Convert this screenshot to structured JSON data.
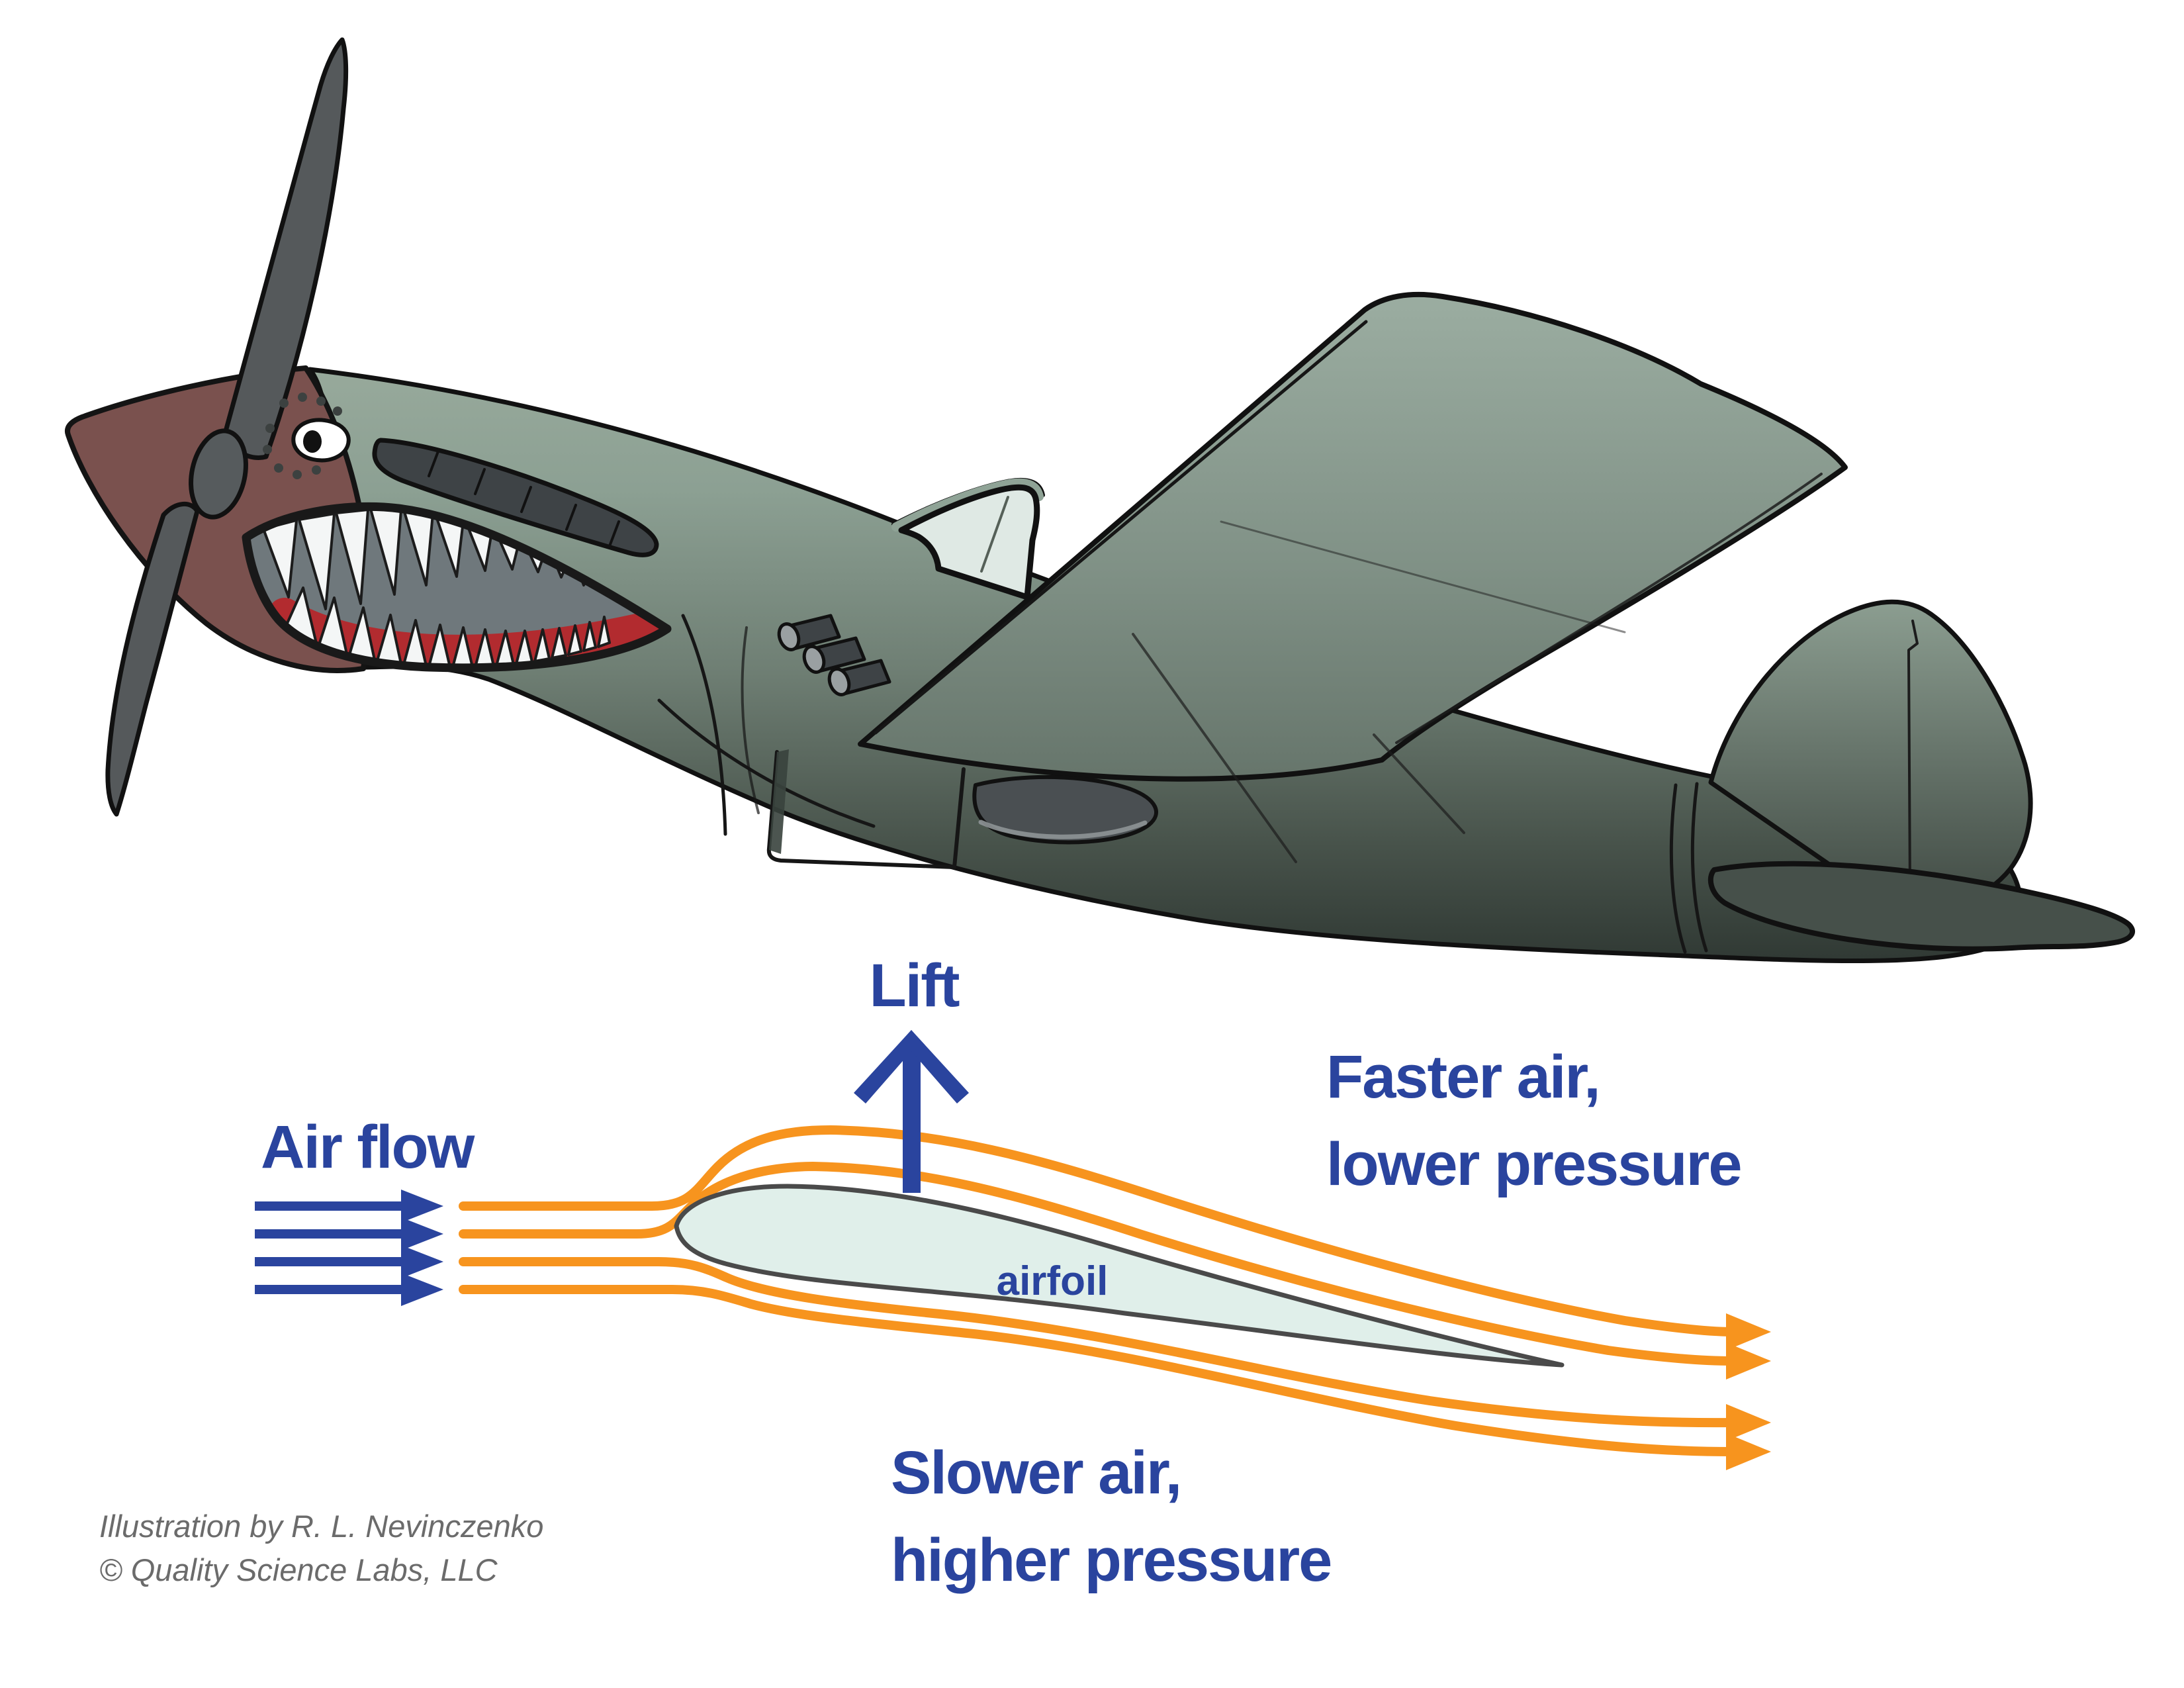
{
  "diagram": {
    "labels": {
      "lift": "Lift",
      "air_flow": "Air flow",
      "airfoil": "airfoil",
      "faster_line1": "Faster air,",
      "faster_line2": "lower pressure",
      "slower_line1": "Slower air,",
      "slower_line2": "higher pressure"
    },
    "credits": {
      "line1": "Illustration by R. L. Nevinczenko",
      "line2": "© Quality Science Labs, LLC"
    },
    "flow": {
      "blue_inflow_arrows": 4,
      "upper_streamlines": 2,
      "lower_streamlines": 2
    },
    "colors": {
      "label_blue": "#2A449E",
      "streamline_orange": "#F7941E",
      "airfoil_fill": "#E0EFEA",
      "airfoil_outline": "#4A4A4A",
      "credit_gray": "#6B6B6B"
    }
  },
  "airplane": {
    "subject": "shark-mouth-fighter-plane",
    "colors": {
      "body_light": "#97A99B",
      "body_dark": "#2F3833",
      "nose_cone_maroon": "#7A514E",
      "propeller_gray": "#55595B",
      "mouth_interior": "#6F787C",
      "teeth_white": "#F4F6F6",
      "tongue_red": "#B22B2F",
      "canopy_glass": "#DFE9E4"
    }
  }
}
